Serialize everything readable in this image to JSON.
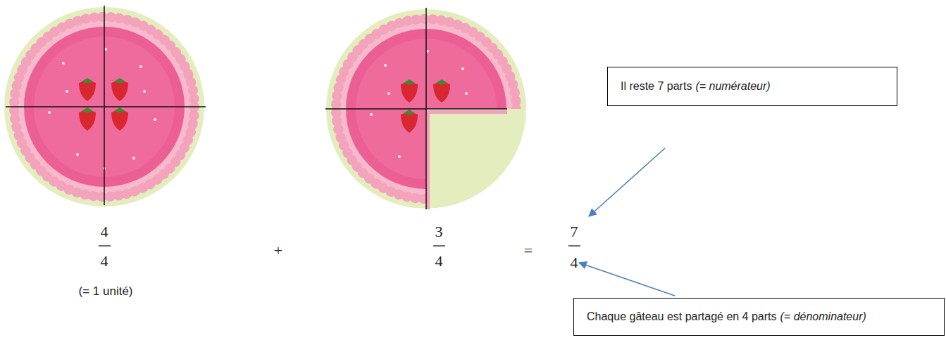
{
  "diagram": {
    "nodes": [
      {
        "text": [
          "Il reste 7 parts",
          "(= numérateur)"
        ]
      },
      {
        "text": [
          "Chaque gâteau est partagé en 4 parts",
          "(= dénominateur)"
        ]
      }
    ],
    "labels": [
      "4",
      "4",
      "(= 1 unité)",
      "+",
      "3",
      "4",
      "=",
      "7",
      "4"
    ]
  }
}
